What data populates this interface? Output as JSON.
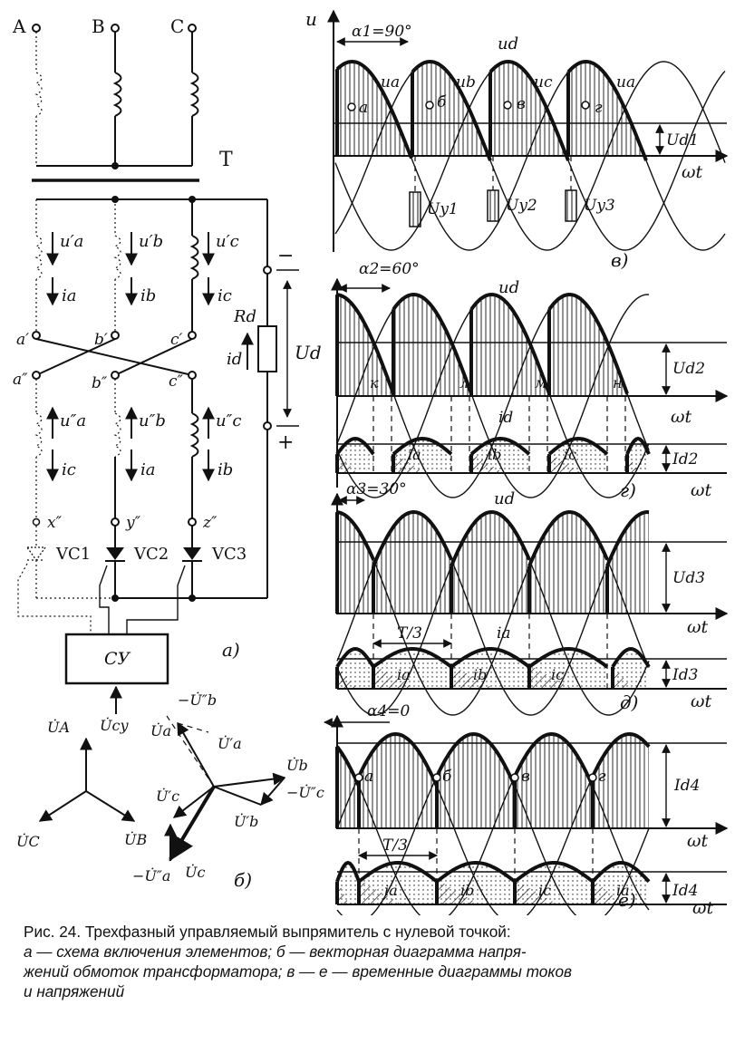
{
  "circuit": {
    "phases": [
      "A",
      "B",
      "C"
    ],
    "transformer": "T",
    "winding_voltages_primary": [
      "u′a",
      "u′b",
      "u′c"
    ],
    "winding_currents_primary": [
      "ia",
      "ib",
      "ic"
    ],
    "taps_primary": [
      "a′",
      "b′",
      "c′"
    ],
    "taps_secondary": [
      "a″",
      "b″",
      "c″"
    ],
    "winding_voltages_secondary": [
      "u″a",
      "u″b",
      "u″c"
    ],
    "winding_currents_secondary": [
      "ic",
      "ia",
      "ib"
    ],
    "ends": [
      "x″",
      "y″",
      "z″"
    ],
    "valves": [
      "VC1",
      "VC2",
      "VC3"
    ],
    "load_resistor": "Rd",
    "load_current": "id",
    "load_voltage": "Ud",
    "minus": "−",
    "plus": "+",
    "control_unit": "СУ",
    "control_input": "U̇су",
    "sub_a": "а)"
  },
  "vectors": {
    "labels": [
      "U̇A",
      "U̇C",
      "U̇B",
      "U̇a",
      "−U̇″b",
      "U̇′a",
      "U̇b",
      "−U̇″c",
      "U̇′c",
      "U̇′b",
      "−U̇″a",
      "U̇c"
    ],
    "sub_b": "б)"
  },
  "panels": {
    "v": {
      "alpha": "α1=90°",
      "u": "u",
      "ud": "ud",
      "ua": "ua",
      "ub": "ub",
      "uc": "uc",
      "ua2": "ua",
      "points": [
        "а",
        "б",
        "в",
        "г"
      ],
      "level": "Ud1",
      "wt": "ωt",
      "pulses": [
        "Uy1",
        "Uy2",
        "Uy3"
      ],
      "sub": "в)"
    },
    "g": {
      "alpha": "α2=60°",
      "ud": "ud",
      "points": [
        "к",
        "л",
        "м",
        "н"
      ],
      "level": "Ud2",
      "wt": "ωt",
      "id": "id",
      "currents": [
        "ia",
        "ib",
        "ic"
      ],
      "ilevel": "Id2",
      "wt2": "ωt",
      "sub": "г)"
    },
    "d": {
      "alpha": "α3=30°",
      "ud": "ud",
      "level": "Ud3",
      "wt": "ωt",
      "period": "T/3",
      "ia": "ia",
      "currents": [
        "ia",
        "ib",
        "ic"
      ],
      "ilevel": "Id3",
      "wt2": "ωt",
      "sub": "д)"
    },
    "e": {
      "alpha": "α4=0",
      "points": [
        "а",
        "б",
        "в",
        "г"
      ],
      "level": "Id4",
      "wt": "ωt",
      "period": "T/3",
      "currents": [
        "ia",
        "ib",
        "ic",
        "ia"
      ],
      "ilevel": "Id4",
      "wt2": "ωt",
      "sub": "е)"
    }
  },
  "caption": {
    "title": "Рис. 24. Трехфазный управляемый выпрямитель с нулевой точкой:",
    "line1": "а — схема включения элементов; б — векторная диаграмма напря-",
    "line2": "жений обмоток трансформатора; в — е — временные диаграммы токов",
    "line3": "и напряжений"
  }
}
